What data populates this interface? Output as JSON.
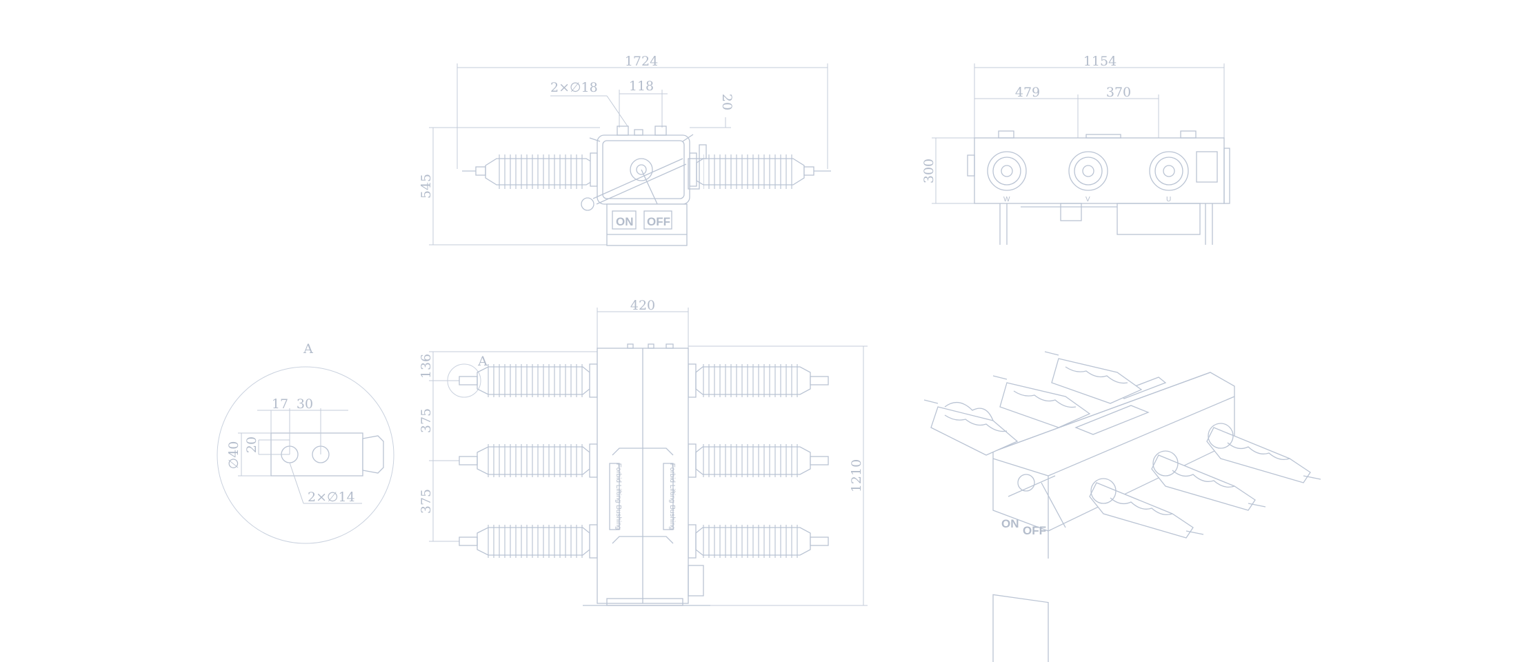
{
  "front_view": {
    "dim_width": "1724",
    "dim_holes": "2×∅18",
    "dim_hole_spacing": "118",
    "dim_top_offset": "20",
    "dim_height": "545",
    "switch_on": "ON",
    "switch_off": "OFF"
  },
  "side_view": {
    "dim_width": "1154",
    "dim_left": "479",
    "dim_mid": "370",
    "dim_height": "300",
    "phase_w": "W",
    "phase_v": "V",
    "phase_u": "U"
  },
  "detail_view": {
    "label": "A",
    "dim_17": "17",
    "dim_30": "30",
    "dim_20": "20",
    "dim_40": "∅40",
    "dim_holes": "2×∅14"
  },
  "top_view": {
    "dim_width": "420",
    "dim_136": "136",
    "dim_375_a": "375",
    "dim_375_b": "375",
    "dim_height": "1210",
    "detail_ref": "A",
    "label_a": "Forbid Lifting Bushing",
    "label_b": "Forbid Lifting Bushing"
  },
  "iso_view": {
    "switch_on": "ON",
    "switch_off": "OFF"
  }
}
